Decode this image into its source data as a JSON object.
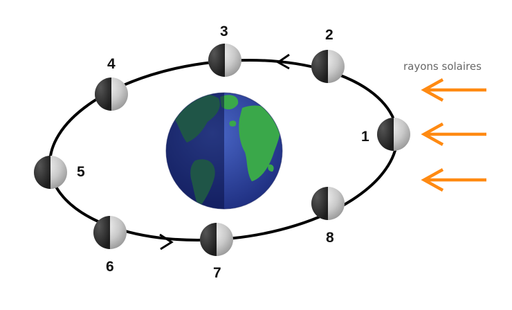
{
  "diagram": {
    "sun_label": "rayons solaires",
    "moon_positions": [
      {
        "label": "1"
      },
      {
        "label": "2"
      },
      {
        "label": "3"
      },
      {
        "label": "4"
      },
      {
        "label": "5"
      },
      {
        "label": "6"
      },
      {
        "label": "7"
      },
      {
        "label": "8"
      }
    ],
    "colors": {
      "orbit": "#000000",
      "arrow": "#ff8a12",
      "earth_ocean": "#2a3c9a",
      "earth_land": "#3aa84a",
      "moon_light": "#d8d8d8",
      "moon_dark": "#2e2e2e"
    }
  }
}
